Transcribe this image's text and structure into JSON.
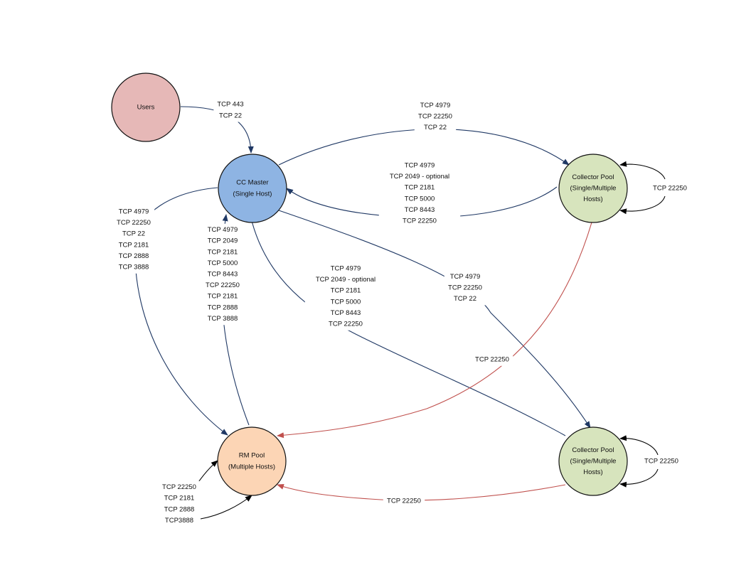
{
  "colors": {
    "users_fill": "#e6b8b7",
    "master_fill": "#8eb4e3",
    "collector_fill": "#d7e4bd",
    "rm_fill": "#fcd5b5",
    "node_stroke": "#111111",
    "edge_blue": "#1f3864",
    "edge_red": "#c0504d",
    "edge_black": "#000000"
  },
  "nodes": {
    "users": {
      "lines": [
        "Users"
      ]
    },
    "cc_master": {
      "lines": [
        "CC Master",
        "(Single Host)"
      ]
    },
    "collector_top": {
      "lines": [
        "Collector Pool",
        "(Single/Multiple",
        "Hosts)"
      ]
    },
    "collector_bottom": {
      "lines": [
        "Collector Pool",
        "(Single/Multiple",
        "Hosts)"
      ]
    },
    "rm_pool": {
      "lines": [
        "RM Pool",
        "(Multiple Hosts)"
      ]
    }
  },
  "labels": {
    "users_to_master": [
      "TCP 443",
      "TCP 22"
    ],
    "master_to_collector_top": [
      "TCP 4979",
      "TCP 22250",
      "TCP 22"
    ],
    "collector_top_to_master": [
      "TCP 4979",
      "TCP 2049 - optional",
      "TCP 2181",
      "TCP 5000",
      "TCP 8443",
      "TCP 22250"
    ],
    "collector_top_self": [
      "TCP 22250"
    ],
    "master_to_rm": [
      "TCP 4979",
      "TCP 22250",
      "TCP 22",
      "TCP 2181",
      "TCP 2888",
      "TCP 3888"
    ],
    "rm_to_master": [
      "TCP 4979",
      "TCP 2049",
      "TCP 2181",
      "TCP 5000",
      "TCP 8443",
      "TCP 22250",
      "TCP 2181",
      "TCP 2888",
      "TCP 3888"
    ],
    "collector_bottom_to_master": [
      "TCP 4979",
      "TCP 2049 - optional",
      "TCP 2181",
      "TCP 5000",
      "TCP 8443",
      "TCP 22250"
    ],
    "master_to_collector_bottom": [
      "TCP 4979",
      "TCP 22250",
      "TCP 22"
    ],
    "collector_top_to_rm": [
      "TCP 22250"
    ],
    "collector_bottom_self": [
      "TCP 22250"
    ],
    "collector_bottom_to_rm": [
      "TCP 22250"
    ],
    "rm_self": [
      "TCP 22250",
      "TCP 2181",
      "TCP 2888",
      "TCP3888"
    ]
  }
}
